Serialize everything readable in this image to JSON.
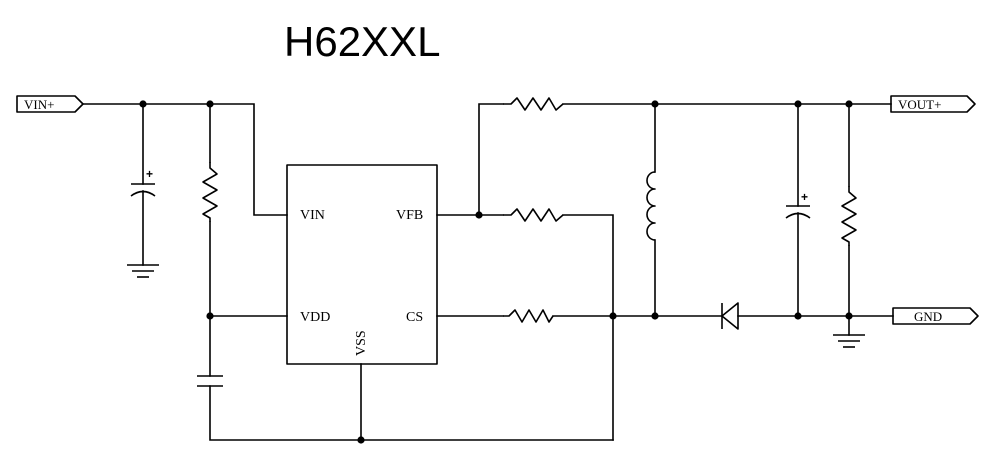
{
  "title": "H62XXL",
  "ic": {
    "pins": {
      "vin": "VIN",
      "vfb": "VFB",
      "vdd": "VDD",
      "cs": "CS",
      "vss": "VSS"
    }
  },
  "ports": {
    "vin_plus": "VIN+",
    "vout_plus": "VOUT+",
    "gnd": "GND"
  },
  "polarity_mark": "+"
}
